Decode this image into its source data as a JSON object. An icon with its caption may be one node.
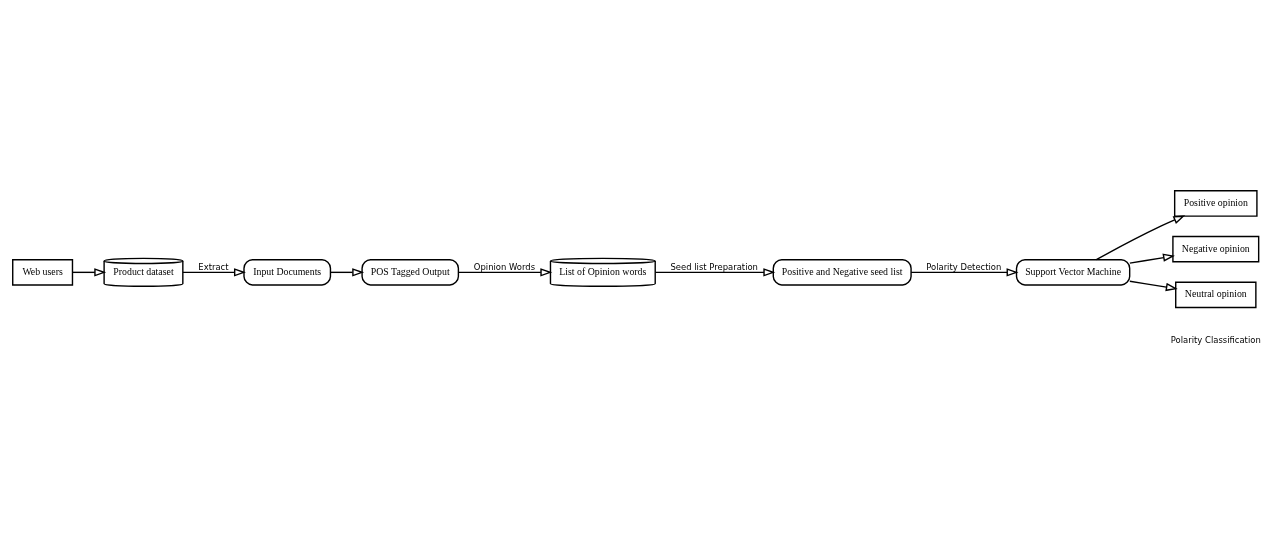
{
  "diagram": {
    "nodes": [
      {
        "text": [
          "Web users"
        ]
      },
      {
        "text": [
          "Product dataset"
        ]
      },
      {
        "text": [
          "Input Documents"
        ]
      },
      {
        "text": [
          "POS Tagged Output"
        ]
      },
      {
        "text": [
          "List of Opinion words"
        ]
      },
      {
        "text": [
          "Positive and Negative seed list"
        ]
      },
      {
        "text": [
          "Support Vector Machine"
        ]
      },
      {
        "text": [
          "Positive opinion"
        ]
      },
      {
        "text": [
          "Negative opinion"
        ]
      },
      {
        "text": [
          "Neutral opinion"
        ]
      }
    ],
    "edges": [
      {
        "from": 0,
        "to": 1,
        "arrow": "to"
      },
      {
        "from": 1,
        "to": 2,
        "arrow": "to",
        "label": "Extract"
      },
      {
        "from": 2,
        "to": 3,
        "arrow": "to"
      },
      {
        "from": 3,
        "to": 4,
        "arrow": "to",
        "label": "Opinion Words"
      },
      {
        "from": 4,
        "to": 5,
        "arrow": "to",
        "label": "Seed list Preparation"
      },
      {
        "from": 5,
        "to": 6,
        "arrow": "to",
        "label": "Polarity Detection"
      },
      {
        "from": 6,
        "to": 7,
        "arrow": "to"
      },
      {
        "from": 6,
        "to": 8,
        "arrow": "to"
      },
      {
        "from": 6,
        "to": 9,
        "arrow": "to"
      }
    ],
    "labels": [
      "Polarity Classification"
    ]
  }
}
